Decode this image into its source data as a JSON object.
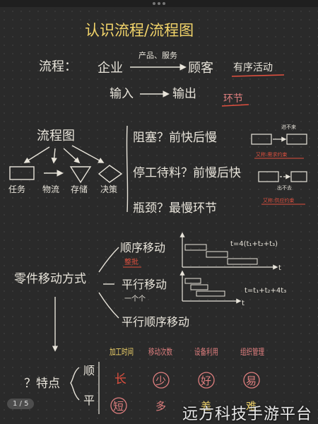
{
  "title": "认识流程/流程图",
  "def": {
    "label": "流程：",
    "enterprise": "企业",
    "product": "产品、服务",
    "customer": "顾客",
    "ordered": "有序活动",
    "input": "输入",
    "output": "输出",
    "link": "环节"
  },
  "flowchart": {
    "title": "流程图",
    "symbols": [
      "任务",
      "物流",
      "存储",
      "决策"
    ]
  },
  "issues": {
    "block": "阻塞？前快后慢",
    "block_note_top": "进不来",
    "block_note_bottom": "又称:需求约束",
    "starve": "停工待料？前慢后快",
    "starve_note_top": "出不去",
    "starve_note_bottom": "又称:供应约束",
    "bottleneck": "瓶颈？最慢环节"
  },
  "movement": {
    "root": "零件移动方式",
    "sequential": "顺序移动",
    "sequential_note": "整批",
    "parallel": "平行移动",
    "parallel_note": "一个个",
    "parallel_seq": "平行顺序移动",
    "formula_seq": "t=4(t₁+t₂+t₃)",
    "formula_par": "t=t₁+t₂+4t₃"
  },
  "table": {
    "headers": [
      "加工时间",
      "移动次数",
      "设备利用",
      "组织管理"
    ],
    "row_label_1": "顺",
    "row_label_2": "平",
    "values_row1": [
      "长",
      "少",
      "好",
      "易"
    ],
    "values_row2": [
      "短",
      "多",
      "差",
      "难"
    ]
  },
  "features": "？特点",
  "pager": "1 / 5",
  "watermark": "远方科技手游平台",
  "colors": {
    "ink": "#e8e4da",
    "accent": "#f2d46a",
    "red": "#e0503f",
    "pink": "#e07f7f"
  }
}
